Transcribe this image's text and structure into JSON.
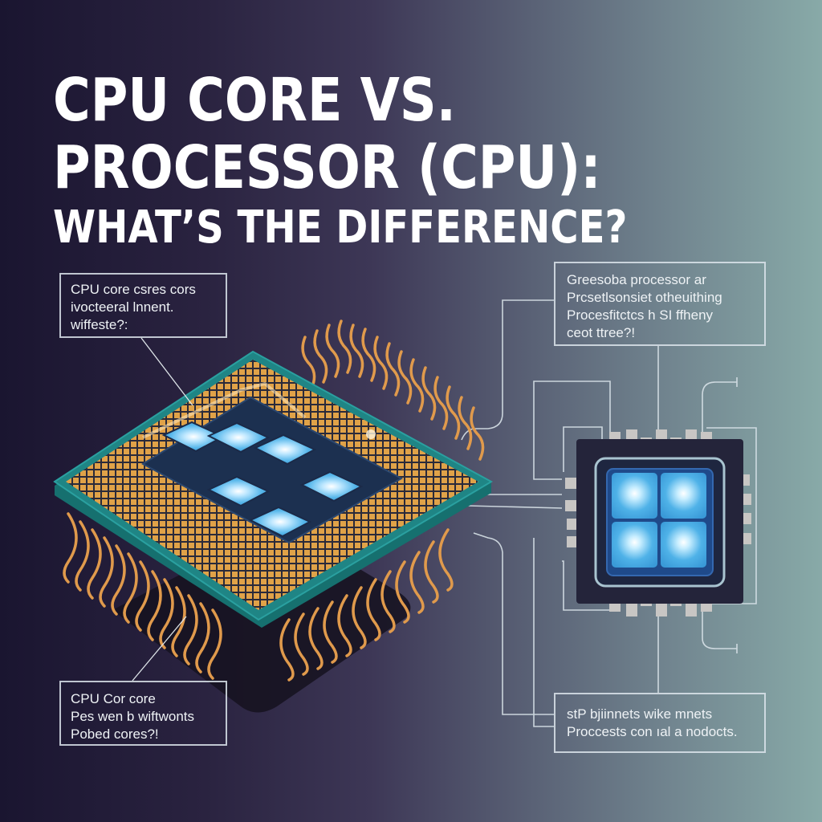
{
  "title": {
    "line1": "CPU CORE VS.",
    "line2": "PROCESSOR (CPU):",
    "line3": "WHAT’S THE DIFFERENCE?"
  },
  "callouts": {
    "top_left": {
      "lines": [
        "CPU core csres cors",
        "ivocteeral lnnent.",
        "wiffeste?:"
      ]
    },
    "bottom_left": {
      "lines": [
        "CPU Cor core",
        "Pes wen b wiftwonts",
        "Pobed cores?!"
      ]
    },
    "top_right": {
      "lines": [
        "Greesoba processor ar",
        "Prcsetlsonsiet otheuithing",
        "Procesfitctcs h SI ffheny",
        "ceot ttree?!"
      ]
    },
    "bottom_right": {
      "lines": [
        "stP bjiinnets wike mnets",
        "Proccests con ıal a nodocts."
      ]
    }
  },
  "left_chip": {
    "label": "multi-core CPU package",
    "core_count": 6,
    "core_color": "#5ab8ec",
    "substrate_color": "#1e7a7a",
    "pin_color": "#e09a4c"
  },
  "right_chip": {
    "label": "processor chip",
    "core_count": 4,
    "core_color": "#4fb2e8",
    "package_color": "#24243a",
    "pin_color": "#c8c6c4"
  },
  "colors": {
    "background_left": "#1a1530",
    "background_right": "#88aaa8",
    "text": "#ffffff",
    "line": "#d8e2e8"
  }
}
